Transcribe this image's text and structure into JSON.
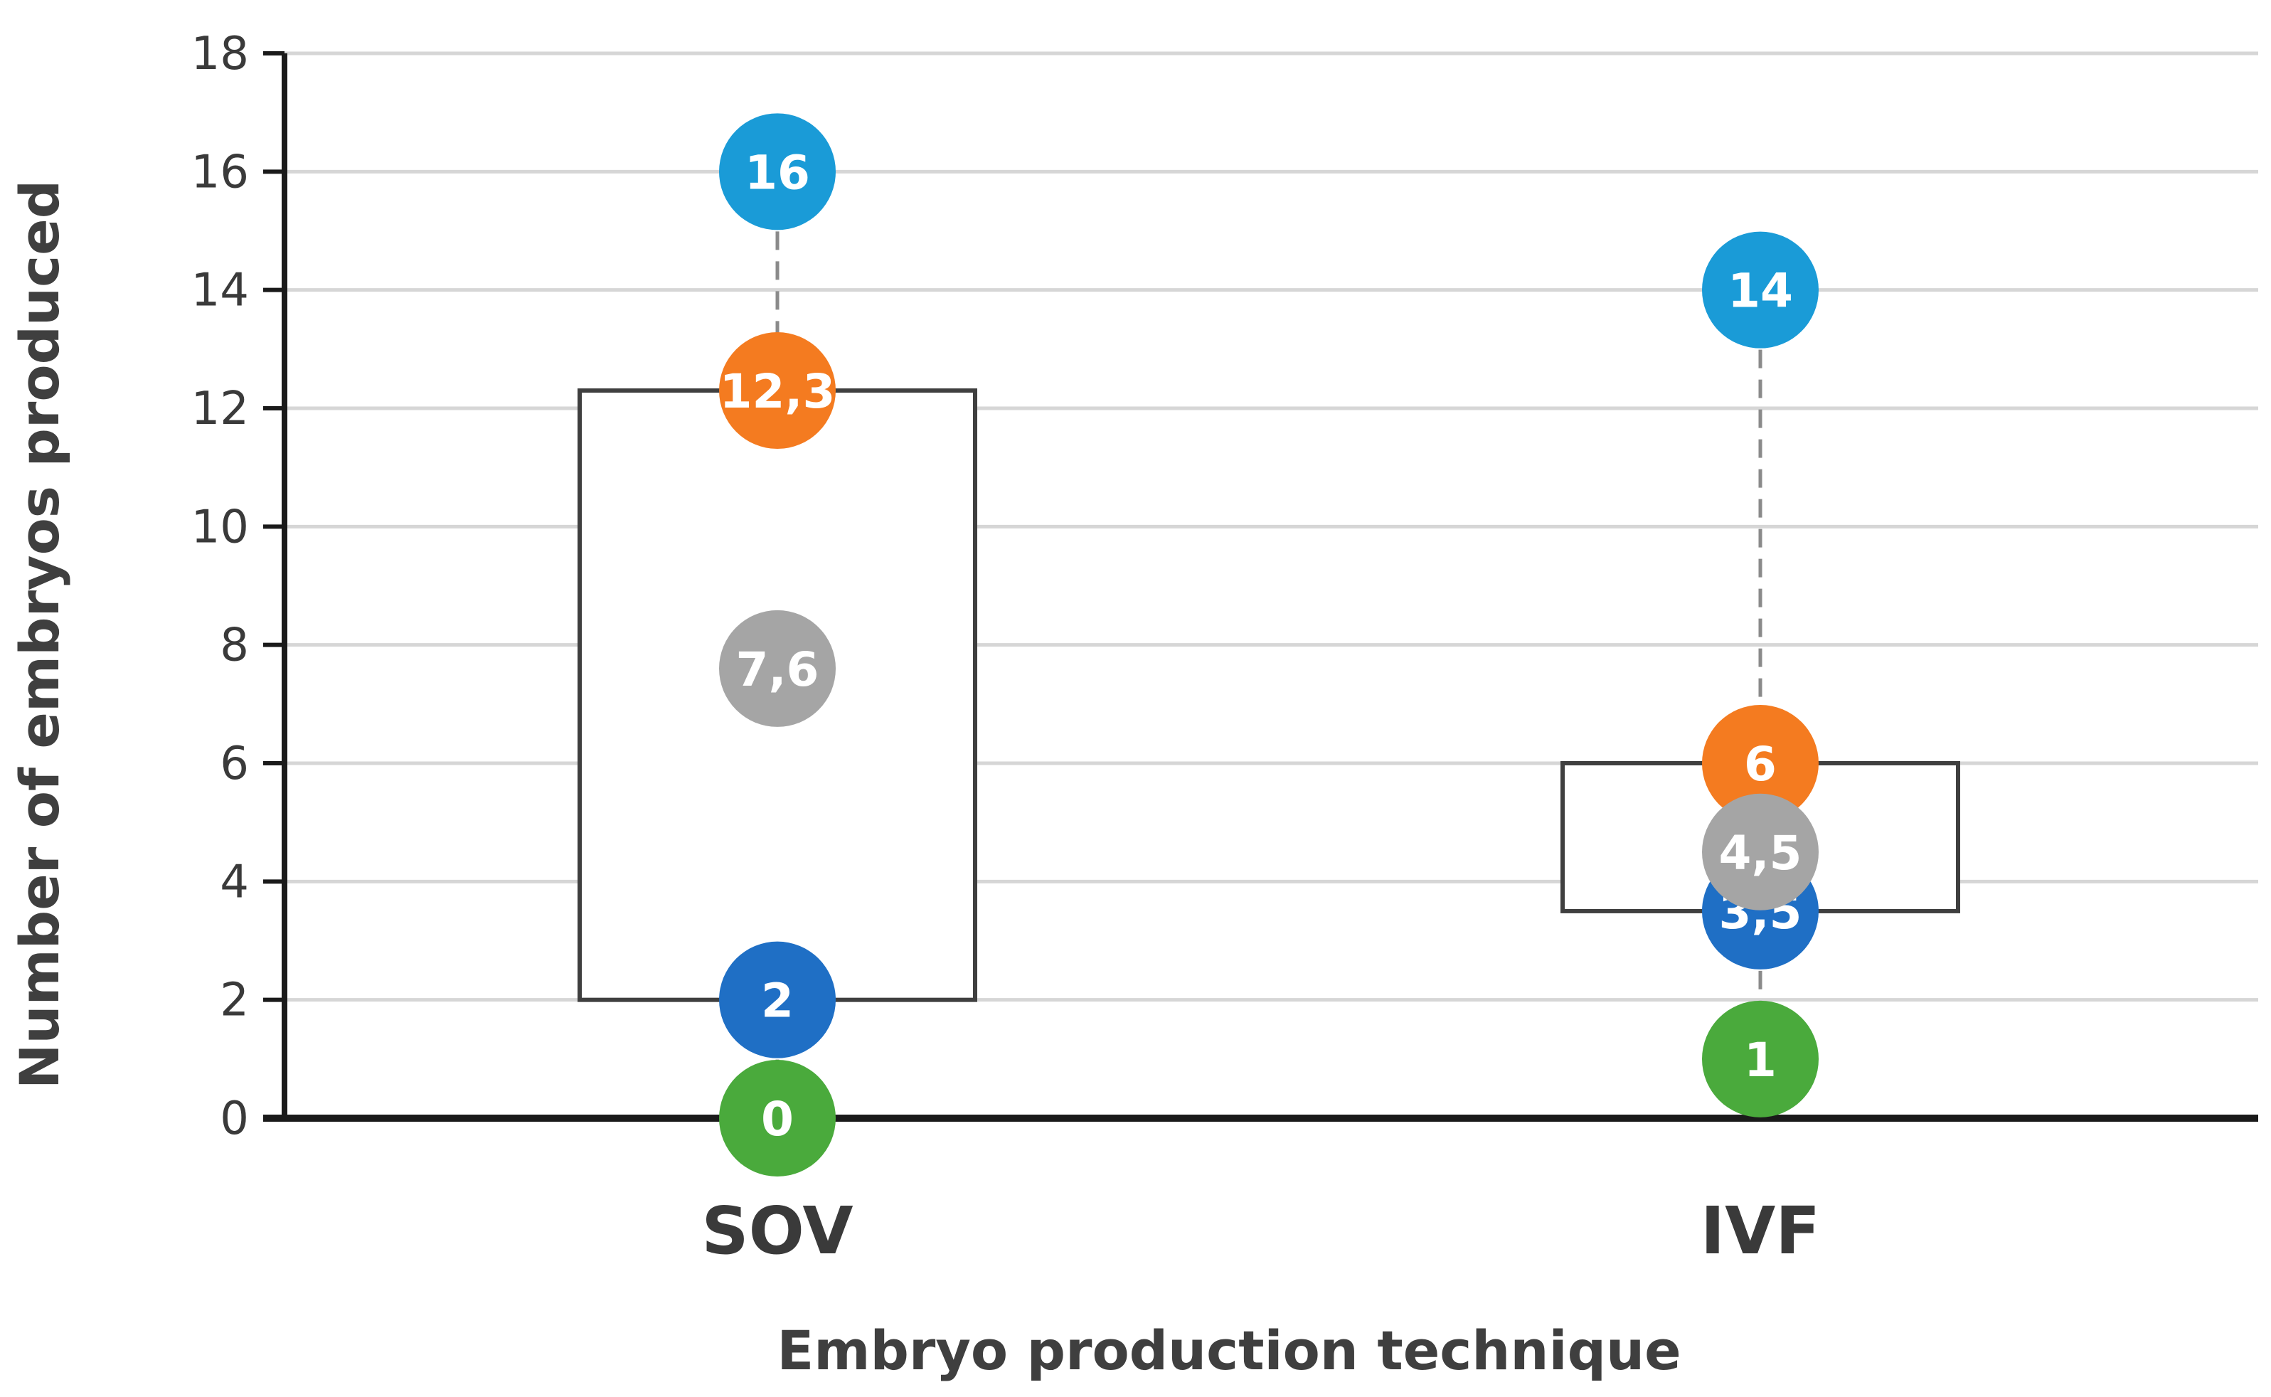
{
  "chart_data": {
    "type": "scatter",
    "ylabel": "Number of embryos produced",
    "xlabel": "Embryo production technique",
    "categories": [
      "SOV",
      "IVF"
    ],
    "ylim": [
      0,
      18
    ],
    "yticks": [
      0,
      2,
      4,
      6,
      8,
      10,
      12,
      14,
      16,
      18
    ],
    "grid": true,
    "boxes": [
      {
        "category": "SOV",
        "q1": 2,
        "q3": 12.3,
        "min": 0,
        "max": 16
      },
      {
        "category": "IVF",
        "q1": 3.5,
        "q3": 6,
        "min": 1,
        "max": 14
      }
    ],
    "points": [
      {
        "category": "SOV",
        "value": 16,
        "label": "16",
        "color": "#1a9bd7"
      },
      {
        "category": "SOV",
        "value": 12.3,
        "label": "12,3",
        "color": "#f47b20"
      },
      {
        "category": "SOV",
        "value": 7.6,
        "label": "7,6",
        "color": "#a5a5a5"
      },
      {
        "category": "SOV",
        "value": 2,
        "label": "2",
        "color": "#1f6fc5"
      },
      {
        "category": "SOV",
        "value": 0,
        "label": "0",
        "color": "#4aaa3c"
      },
      {
        "category": "IVF",
        "value": 14,
        "label": "14",
        "color": "#1a9bd7"
      },
      {
        "category": "IVF",
        "value": 6,
        "label": "6",
        "color": "#f47b20"
      },
      {
        "category": "IVF",
        "value": 3.5,
        "label": "3,5",
        "color": "#1f6fc5"
      },
      {
        "category": "IVF",
        "value": 4.5,
        "label": "4,5",
        "color": "#a5a5a5"
      },
      {
        "category": "IVF",
        "value": 1,
        "label": "1",
        "color": "#4aaa3c"
      }
    ]
  }
}
